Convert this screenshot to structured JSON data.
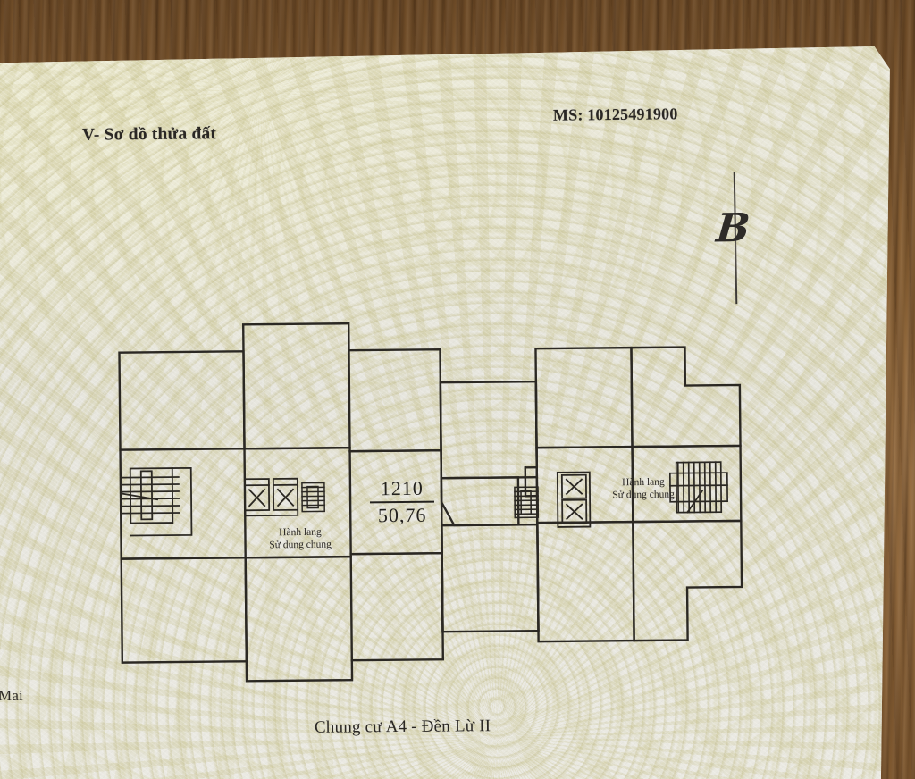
{
  "document": {
    "type": "land-plot-diagram",
    "section_heading": "V- Sơ đồ thửa đất",
    "ms_label": "MS: 10125491900",
    "caption": "Chung cư A4 - Đền Lừ II",
    "edge_fragment": "Mai",
    "north_marker": "B"
  },
  "plot": {
    "unit_number": "1210",
    "unit_area": "50,76",
    "corridor_left": {
      "line1": "Hành lang",
      "line2": "Sử dụng chung"
    },
    "corridor_right": {
      "line1": "Hành lang",
      "line2": "Sử dụng chung"
    }
  },
  "colors": {
    "ink": "#23211e",
    "paper": "#e9e8e0",
    "security_olive": "#c6c08c",
    "desk_wood": "#8a6337"
  }
}
